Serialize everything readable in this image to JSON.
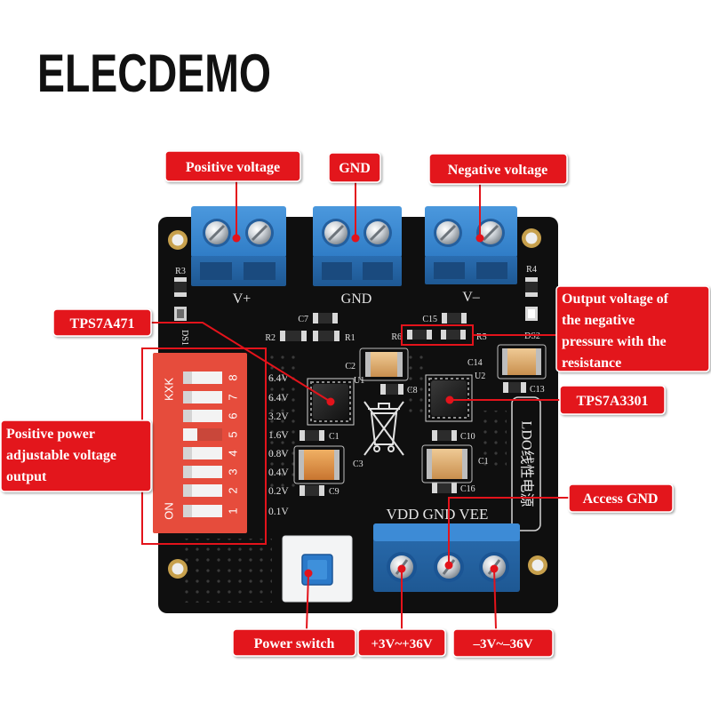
{
  "logo": "ELECDEMO",
  "callouts": {
    "positive_voltage": "Positive voltage",
    "gnd": "GND",
    "negative_voltage": "Negative voltage",
    "tps7a471": "TPS7A471",
    "negative_output": [
      "Output voltage of",
      "the negative",
      "pressure with the",
      "resistance"
    ],
    "tps7a3301": "TPS7A3301",
    "positive_adjustable": [
      "Positive power",
      "adjustable voltage",
      "output"
    ],
    "access_gnd": "Access GND",
    "power_switch": "Power switch",
    "positive_range": "+3V~+36V",
    "negative_range": "–3V~–36V"
  },
  "board": {
    "top_terminals": [
      "V+",
      "GND",
      "V–"
    ],
    "bottom_terminal": "VDD GND VEE",
    "title": "LDO线性电源",
    "refs": {
      "r1": "R1",
      "r2": "R2",
      "r3": "R3",
      "r4": "R4",
      "r5": "R5",
      "r6": "R6",
      "ds1": "DS1",
      "ds2": "DS2",
      "c1": "C1",
      "c2": "C2",
      "c3": "C3",
      "c7": "C7",
      "c8": "C8",
      "c9": "C9",
      "c10": "C10",
      "c1_right": "C1",
      "c13": "C13",
      "c14": "C14",
      "c15": "C15",
      "c16": "C16",
      "u1": "U1",
      "u2": "U2"
    },
    "dip": {
      "maker": "KXK",
      "on": "ON",
      "numbers": [
        "8",
        "7",
        "6",
        "5",
        "4",
        "3",
        "2",
        "1"
      ],
      "voltages": [
        "6.4V",
        "6.4V",
        "3.2V",
        "1.6V",
        "0.8V",
        "0.4V",
        "0.2V",
        "0.1V"
      ]
    }
  },
  "colors": {
    "callout_red": "#e3131b",
    "pcb": "#0f0f0f",
    "terminal_blue": "#2f7cc6",
    "dip_red": "#e64c3c",
    "background": "#ffffff"
  }
}
